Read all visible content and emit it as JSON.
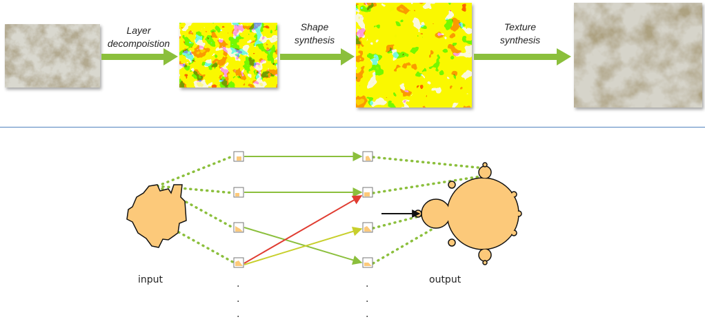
{
  "pipeline": {
    "steps": [
      {
        "label_line1": "Layer",
        "label_line2": "decompoistion"
      },
      {
        "label_line1": "Shape",
        "label_line2": "synthesis"
      },
      {
        "label_line1": "Texture",
        "label_line2": "synthesis"
      }
    ]
  },
  "diagram": {
    "input_label": "input",
    "output_label": "output",
    "ellipsis_dot": "."
  },
  "colors": {
    "arrow_green": "#8bbf3c",
    "connector_red": "#e03c31",
    "connector_yellow": "#c8cf2c",
    "shape_fill": "#fcc97a",
    "divider": "#4f81bd",
    "layer_yellow": "#f4f000",
    "layer_red": "#e8201c",
    "layer_green": "#4aa34a",
    "layer_blue": "#2f55b5"
  }
}
